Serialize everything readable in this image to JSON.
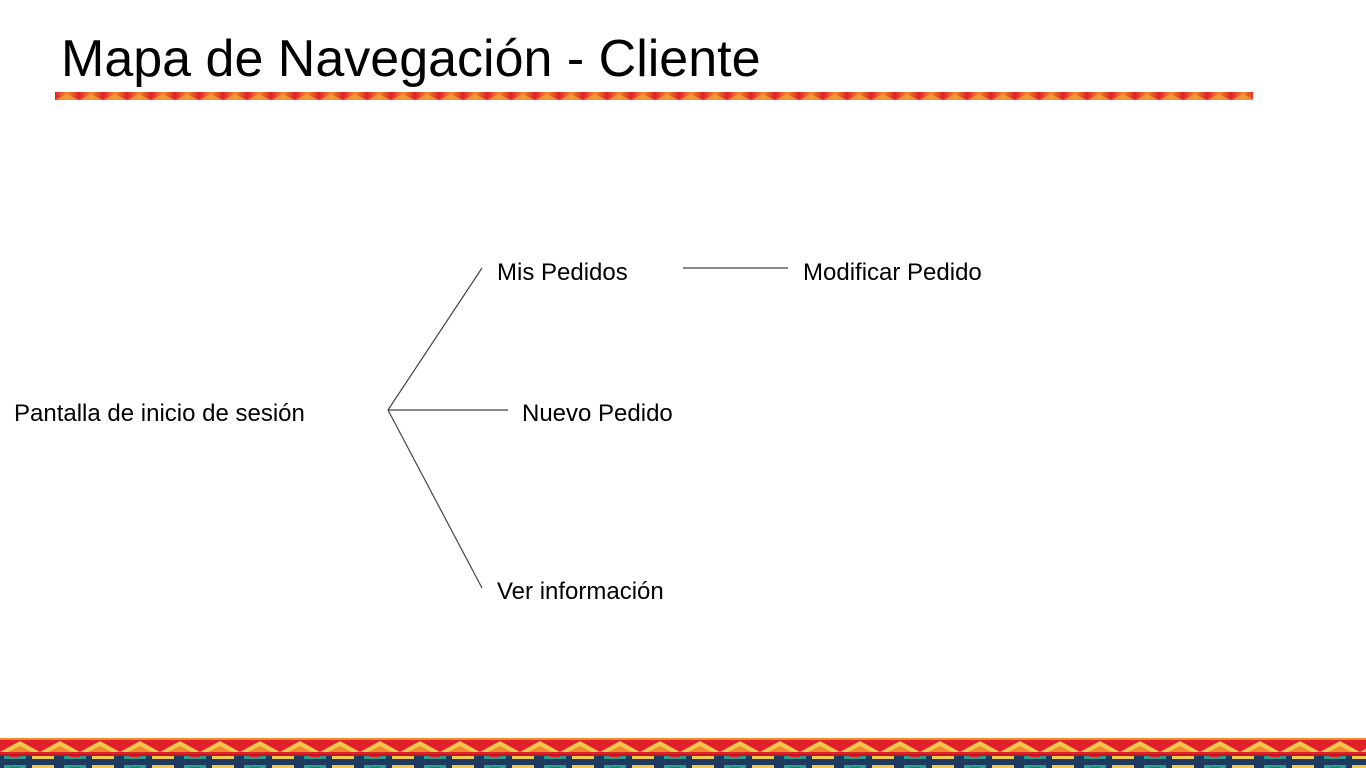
{
  "slide": {
    "title": "Mapa de Navegación - Cliente",
    "accent_colors": {
      "red": "#e0202a",
      "orange": "#f08a2c",
      "yellow": "#f2c94c",
      "teal": "#2a9d8f",
      "dark": "#1f3a5f"
    }
  },
  "diagram": {
    "nodes": {
      "root": "Pantalla de inicio de sesión",
      "mis_pedidos": "Mis Pedidos",
      "nuevo_pedido": "Nuevo Pedido",
      "ver_informacion": "Ver información",
      "modificar_pedido": "Modificar Pedido"
    },
    "edges": [
      {
        "from": "root",
        "to": "mis_pedidos"
      },
      {
        "from": "root",
        "to": "nuevo_pedido"
      },
      {
        "from": "root",
        "to": "ver_informacion"
      },
      {
        "from": "mis_pedidos",
        "to": "modificar_pedido"
      }
    ]
  }
}
